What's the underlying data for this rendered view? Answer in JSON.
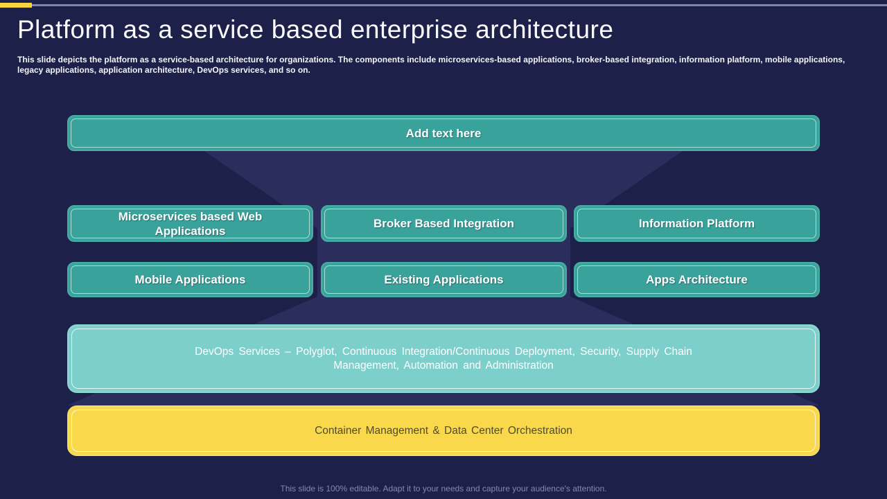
{
  "slide": {
    "title": "Platform as a service based enterprise architecture",
    "description": "This slide depicts the platform as a service-based architecture for organizations. The components include microservices-based applications, broker-based integration, information platform, mobile applications, legacy applications, application architecture, DevOps services, and so on.",
    "footer_note": "This slide is 100% editable. Adapt it to your needs and capture your audience's attention."
  },
  "diagram": {
    "top_box": "Add text here",
    "row1": [
      "Microservices based Web Applications",
      "Broker Based Integration",
      "Information Platform"
    ],
    "row2": [
      "Mobile Applications",
      "Existing Applications",
      "Apps Architecture"
    ],
    "devops_box": "DevOps Services – Polyglot, Continuous Integration/Continuous Deployment, Security, Supply Chain Management, Automation and Administration",
    "container_box": "Container Management & Data Center Orchestration"
  },
  "colors": {
    "background": "#1D2049",
    "background_shape": "#2B2E5C",
    "teal_box": "#39A29B",
    "light_teal_box": "#7DCFCB",
    "yellow_box": "#F9D84C",
    "top_rule": "#7D86AE",
    "accent_yellow": "#F5D440",
    "yellow_box_text": "#4E4B32"
  }
}
